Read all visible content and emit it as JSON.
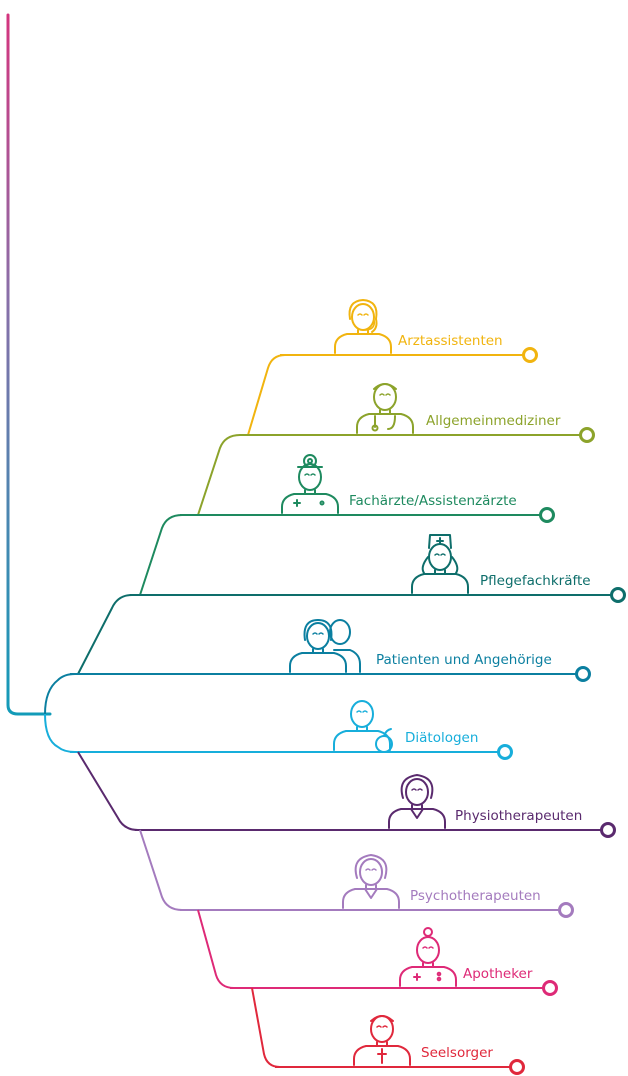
{
  "diagram": {
    "roles": [
      {
        "label": "Arztassistenten",
        "color": "#F1B40F",
        "icon": "female-assistant-headset-icon"
      },
      {
        "label": "Allgemeinmediziner",
        "color": "#8CA32B",
        "icon": "doctor-stethoscope-icon"
      },
      {
        "label": "Fachärzte/Assistenzärzte",
        "color": "#1E8A5F",
        "icon": "specialist-head-mirror-icon"
      },
      {
        "label": "Pflegefachkräfte",
        "color": "#0E6E6B",
        "icon": "nurse-icon"
      },
      {
        "label": "Patienten und Angehörige",
        "color": "#0B7FA0",
        "icon": "patient-and-relative-icon"
      },
      {
        "label": "Diätologen",
        "color": "#17AEDB",
        "icon": "dietitian-apple-icon"
      },
      {
        "label": "Physiotherapeuten",
        "color": "#5A2A6E",
        "icon": "physiotherapist-icon"
      },
      {
        "label": "Psychotherapeuten",
        "color": "#A47BBE",
        "icon": "psychotherapist-icon"
      },
      {
        "label": "Apotheker",
        "color": "#DE2A77",
        "icon": "pharmacist-icon"
      },
      {
        "label": "Seelsorger",
        "color": "#E0283C",
        "icon": "chaplain-cross-icon"
      }
    ]
  }
}
